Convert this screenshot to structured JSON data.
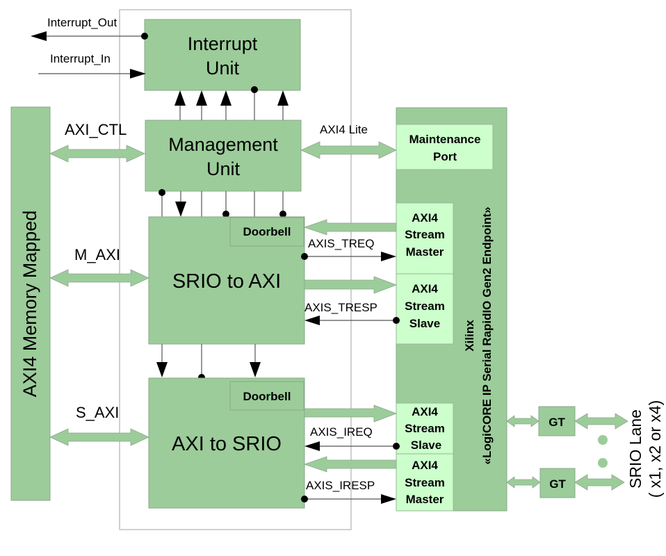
{
  "colors": {
    "block_fill": "#9ccc9a",
    "block_stroke": "#8aa88a",
    "port_fill": "#ccffcc",
    "port_stroke": "#9ab59a",
    "frame_stroke": "#c0c0c0",
    "bus_arrow_fill": "#9ccc9a",
    "signal_line": "#000000",
    "dot_fill": "#9ccc9a"
  },
  "left_bus": {
    "label": "AXI4 Memory Mapped"
  },
  "interfaces": {
    "axi_ctl": "AXI_CTL",
    "m_axi": "M_AXI",
    "s_axi": "S_AXI",
    "axi4_lite": "AXI4 Lite"
  },
  "external_signals": {
    "interrupt_out": "Interrupt_Out",
    "interrupt_in": "Interrupt_In"
  },
  "blocks": {
    "interrupt_unit": {
      "line1": "Interrupt",
      "line2": "Unit"
    },
    "management_unit": {
      "line1": "Management",
      "line2": "Unit"
    },
    "srio_to_axi": {
      "label": "SRIO to AXI",
      "sub": "Doorbell"
    },
    "axi_to_srio": {
      "label": "AXI to SRIO",
      "sub": "Doorbell"
    }
  },
  "stream_signals": {
    "treq": "AXIS_TREQ",
    "tresp": "AXIS_TRESP",
    "ireq": "AXIS_IREQ",
    "iresp": "AXIS_IRESP"
  },
  "endpoint": {
    "title_line1": "Xilinx",
    "title_line2": "«LogiCORE IP Serial RapidIO Gen2 Endpoint»",
    "maintenance_port": {
      "line1": "Maintenance",
      "line2": "Port"
    },
    "ports": [
      {
        "line1": "AXI4",
        "line2": "Stream",
        "line3": "Master"
      },
      {
        "line1": "AXI4",
        "line2": "Stream",
        "line3": "Slave"
      },
      {
        "line1": "AXI4",
        "line2": "Stream",
        "line3": "Slave"
      },
      {
        "line1": "AXI4",
        "line2": "Stream",
        "line3": "Master"
      }
    ]
  },
  "transceivers": [
    {
      "label": "GT"
    },
    {
      "label": "GT"
    }
  ],
  "srio_lane": {
    "line1": "SRIO Lane",
    "line2": "( x1, x2 or x4)"
  }
}
